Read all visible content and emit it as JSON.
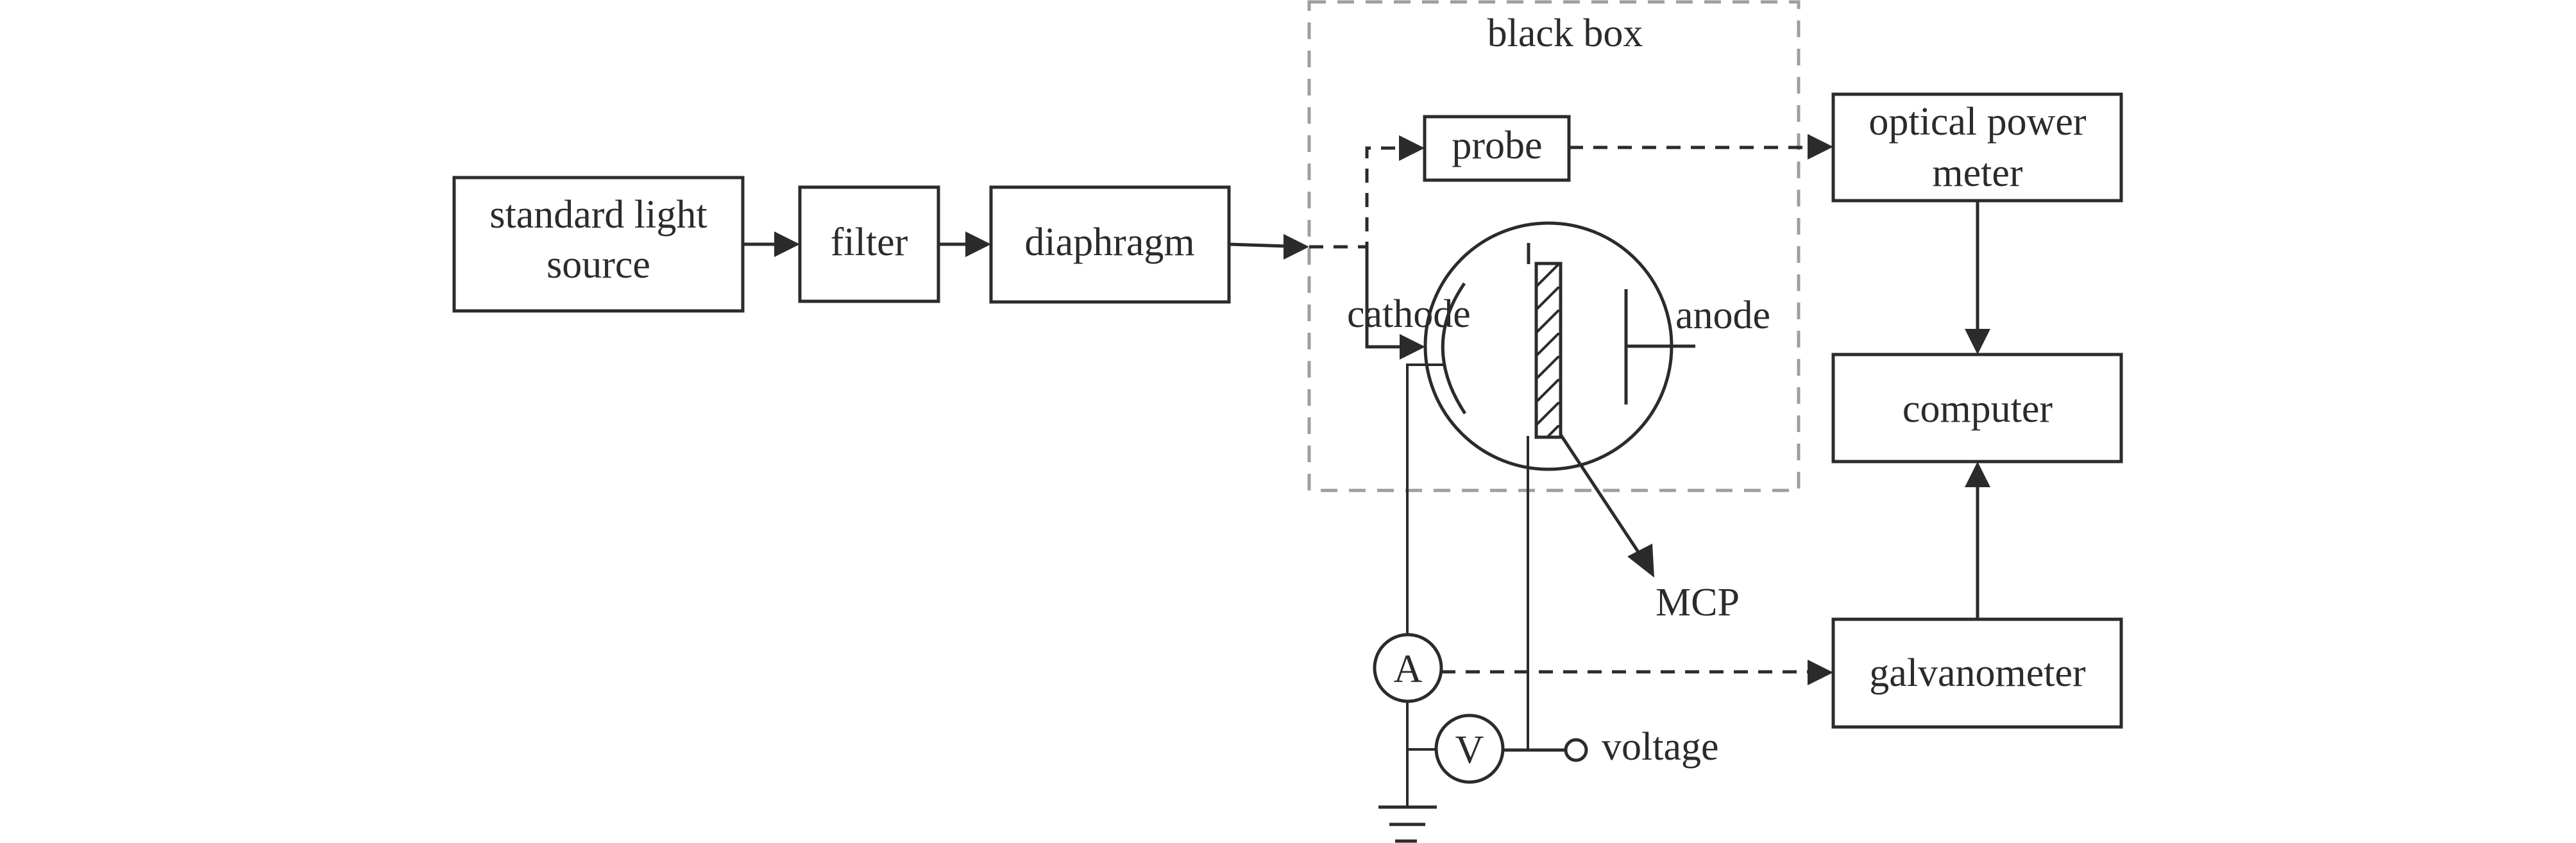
{
  "diagram": {
    "title": "",
    "blocks": {
      "light_source": {
        "line1": "standard light",
        "line2": "source"
      },
      "filter": {
        "label": "filter"
      },
      "diaphragm": {
        "label": "diaphragm"
      },
      "probe": {
        "label": "probe"
      },
      "optical_power_meter": {
        "line1": "optical power",
        "line2": "meter"
      },
      "computer": {
        "label": "computer"
      },
      "galvanometer": {
        "label": "galvanometer"
      }
    },
    "black_box": {
      "label": "black box"
    },
    "tube": {
      "cathode_label": "cathode",
      "anode_label": "anode",
      "mcp_label": "MCP"
    },
    "circuit": {
      "ammeter_symbol": "A",
      "voltmeter_symbol": "V",
      "voltage_label": "voltage"
    },
    "connections": [
      {
        "from": "standard light source",
        "to": "filter",
        "style": "solid"
      },
      {
        "from": "filter",
        "to": "diaphragm",
        "style": "solid"
      },
      {
        "from": "diaphragm",
        "to": "black box",
        "style": "solid"
      },
      {
        "from": "black box entry",
        "to": "probe",
        "style": "dashed"
      },
      {
        "from": "black box entry",
        "to": "cathode",
        "style": "solid"
      },
      {
        "from": "probe",
        "to": "optical power meter",
        "style": "dashed"
      },
      {
        "from": "optical power meter",
        "to": "computer",
        "style": "solid"
      },
      {
        "from": "galvanometer",
        "to": "computer",
        "style": "solid"
      },
      {
        "from": "ammeter",
        "to": "galvanometer",
        "style": "dashed"
      },
      {
        "from": "MCP",
        "to": "MCP label",
        "style": "solid"
      }
    ],
    "colors": {
      "line": "#2b2b2b",
      "black_box_border": "#9e9e9e",
      "background": "#ffffff"
    }
  }
}
